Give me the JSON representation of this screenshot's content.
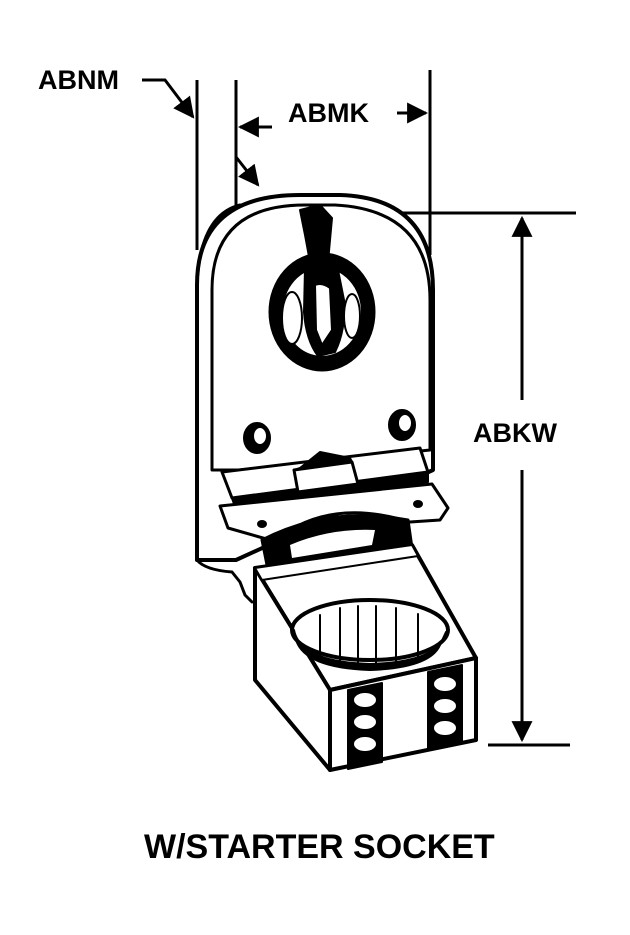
{
  "labels": {
    "abnm": "ABNM",
    "abmk": "ABMK",
    "abkw": "ABKW"
  },
  "caption": "W/STARTER SOCKET",
  "colors": {
    "ink": "#000000",
    "paper": "#ffffff"
  }
}
